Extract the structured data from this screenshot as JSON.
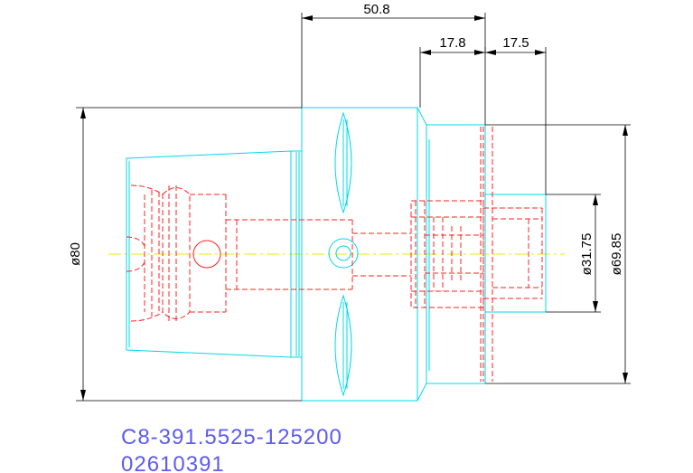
{
  "dimensions": {
    "overall_length": "50.8",
    "shank_length": "17.8",
    "pilot_length": "17.5",
    "body_diameter": "ø80",
    "pilot_diameter": "ø31.75",
    "flange_diameter": "ø69.85"
  },
  "title_block": {
    "part_number": "C8-391.5525-125200",
    "item_code": "02610391"
  },
  "colors": {
    "outline": "#00d8e8",
    "hidden_lines": "#ff2020",
    "centerline": "#e8e800",
    "dimension": "#000000",
    "title_text": "#5c5cf0"
  }
}
